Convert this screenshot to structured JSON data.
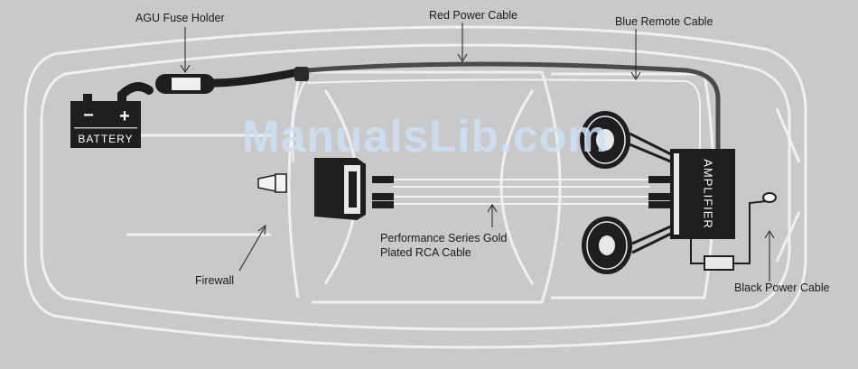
{
  "labels": {
    "fuse_holder": "AGU Fuse Holder",
    "red_cable": "Red Power Cable",
    "blue_cable": "Blue Remote Cable",
    "rca_line1": "Performance Series Gold",
    "rca_line2": "Plated RCA Cable",
    "firewall": "Firewall",
    "black_cable": "Black Power Cable"
  },
  "components": {
    "battery": "BATTERY",
    "battery_minus": "−",
    "battery_plus": "+",
    "amplifier": "AMPLIFIER"
  },
  "watermark": "ManualsLib.com",
  "colors": {
    "background": "#c9c9c9",
    "line": "#f2f2f2",
    "dark": "#1e1e1e",
    "watermark": "#cde1f5"
  }
}
